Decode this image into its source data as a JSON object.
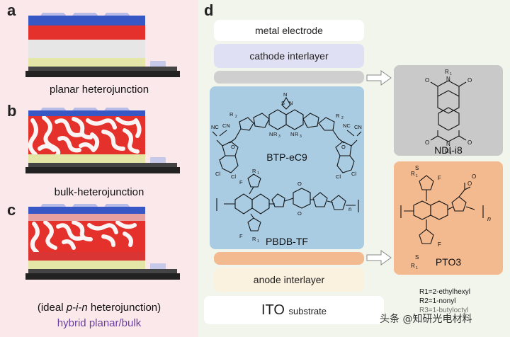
{
  "panel_a": {
    "letter": "a",
    "caption": "planar heterojunction"
  },
  "panel_b": {
    "letter": "b",
    "caption": "bulk-heterojunction"
  },
  "panel_c": {
    "letter": "c",
    "caption_prefix": "(ideal ",
    "caption_italic": "p-i-n",
    "caption_suffix": " heterojunction)",
    "caption2": "hybrid planar/bulk"
  },
  "panel_d": {
    "letter": "d",
    "layers": {
      "metal": "metal electrode",
      "cathode": "cathode interlayer",
      "anode": "anode interlayer",
      "ito_main": "ITO",
      "ito_sub": "substrate"
    },
    "molecules": {
      "btp": "BTP-eC9",
      "pbdb": "PBDB-TF",
      "ndi": "NDI-i8",
      "pto": "PTO3"
    },
    "r_groups": [
      "R1=2-ethylhexyl",
      "R2=1-nonyl",
      "R3=1-butyloctyl"
    ]
  },
  "watermark": "头条 @知研光电材料",
  "colors": {
    "left_bg": "#fbe8ea",
    "right_bg": "#f1f5ec",
    "active_blue": "#a9cce3",
    "ndi_gray": "#c9c9c9",
    "pto_orange": "#f3b98f",
    "caption2_purple": "#6a3fa0"
  }
}
